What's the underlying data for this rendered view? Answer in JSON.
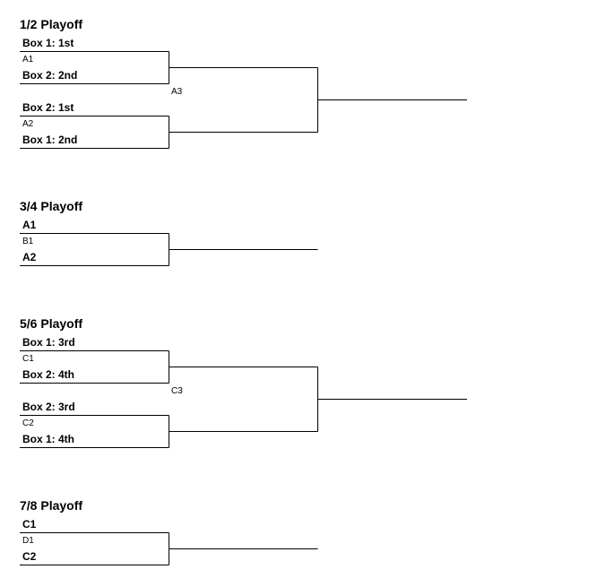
{
  "sections": [
    {
      "title": "1/2 Playoff",
      "matches": [
        {
          "top": "Box 1: 1st",
          "code": "A1",
          "bottom": "Box 2: 2nd"
        },
        {
          "top": "Box 2: 1st",
          "code": "A2",
          "bottom": "Box 1: 2nd"
        }
      ],
      "final_code": "A3"
    },
    {
      "title": "3/4 Playoff",
      "matches": [
        {
          "top": "A1",
          "code": "B1",
          "bottom": "A2"
        }
      ]
    },
    {
      "title": "5/6 Playoff",
      "matches": [
        {
          "top": "Box 1: 3rd",
          "code": "C1",
          "bottom": "Box 2: 4th"
        },
        {
          "top": "Box 2: 3rd",
          "code": "C2",
          "bottom": "Box 1: 4th"
        }
      ],
      "final_code": "C3"
    },
    {
      "title": "7/8 Playoff",
      "matches": [
        {
          "top": "C1",
          "code": "D1",
          "bottom": "C2"
        }
      ]
    }
  ]
}
